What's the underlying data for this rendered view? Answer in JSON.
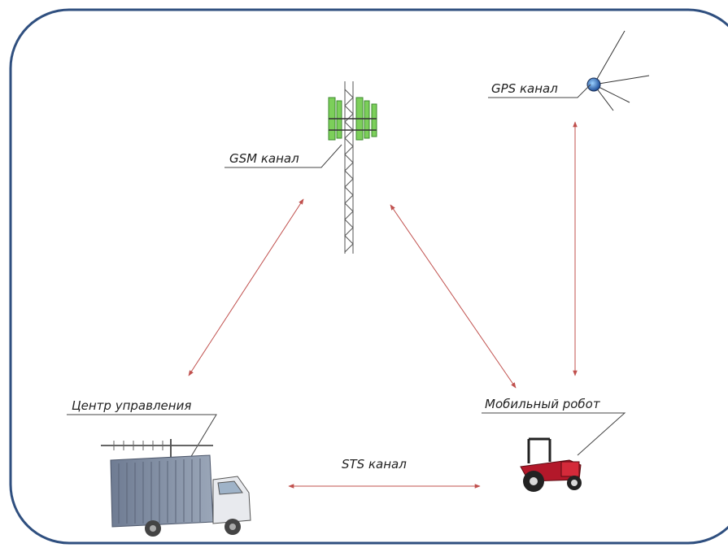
{
  "diagram": {
    "labels": {
      "gsm": "GSM канал",
      "gps": "GPS канал",
      "control_center": "Центр управления",
      "mobile_robot": "Мобильный робот",
      "sts": "STS канал"
    },
    "colors": {
      "frame": "#2f4f7f",
      "link_arrows": "#c0504d",
      "tower_antenna": "#7ccf5a",
      "robot": "#b3182a",
      "truck_box": "#7d8aa0"
    },
    "icons": [
      "cell-tower-icon",
      "gps-satellite-icon",
      "control-truck-icon",
      "tractor-robot-icon"
    ]
  }
}
